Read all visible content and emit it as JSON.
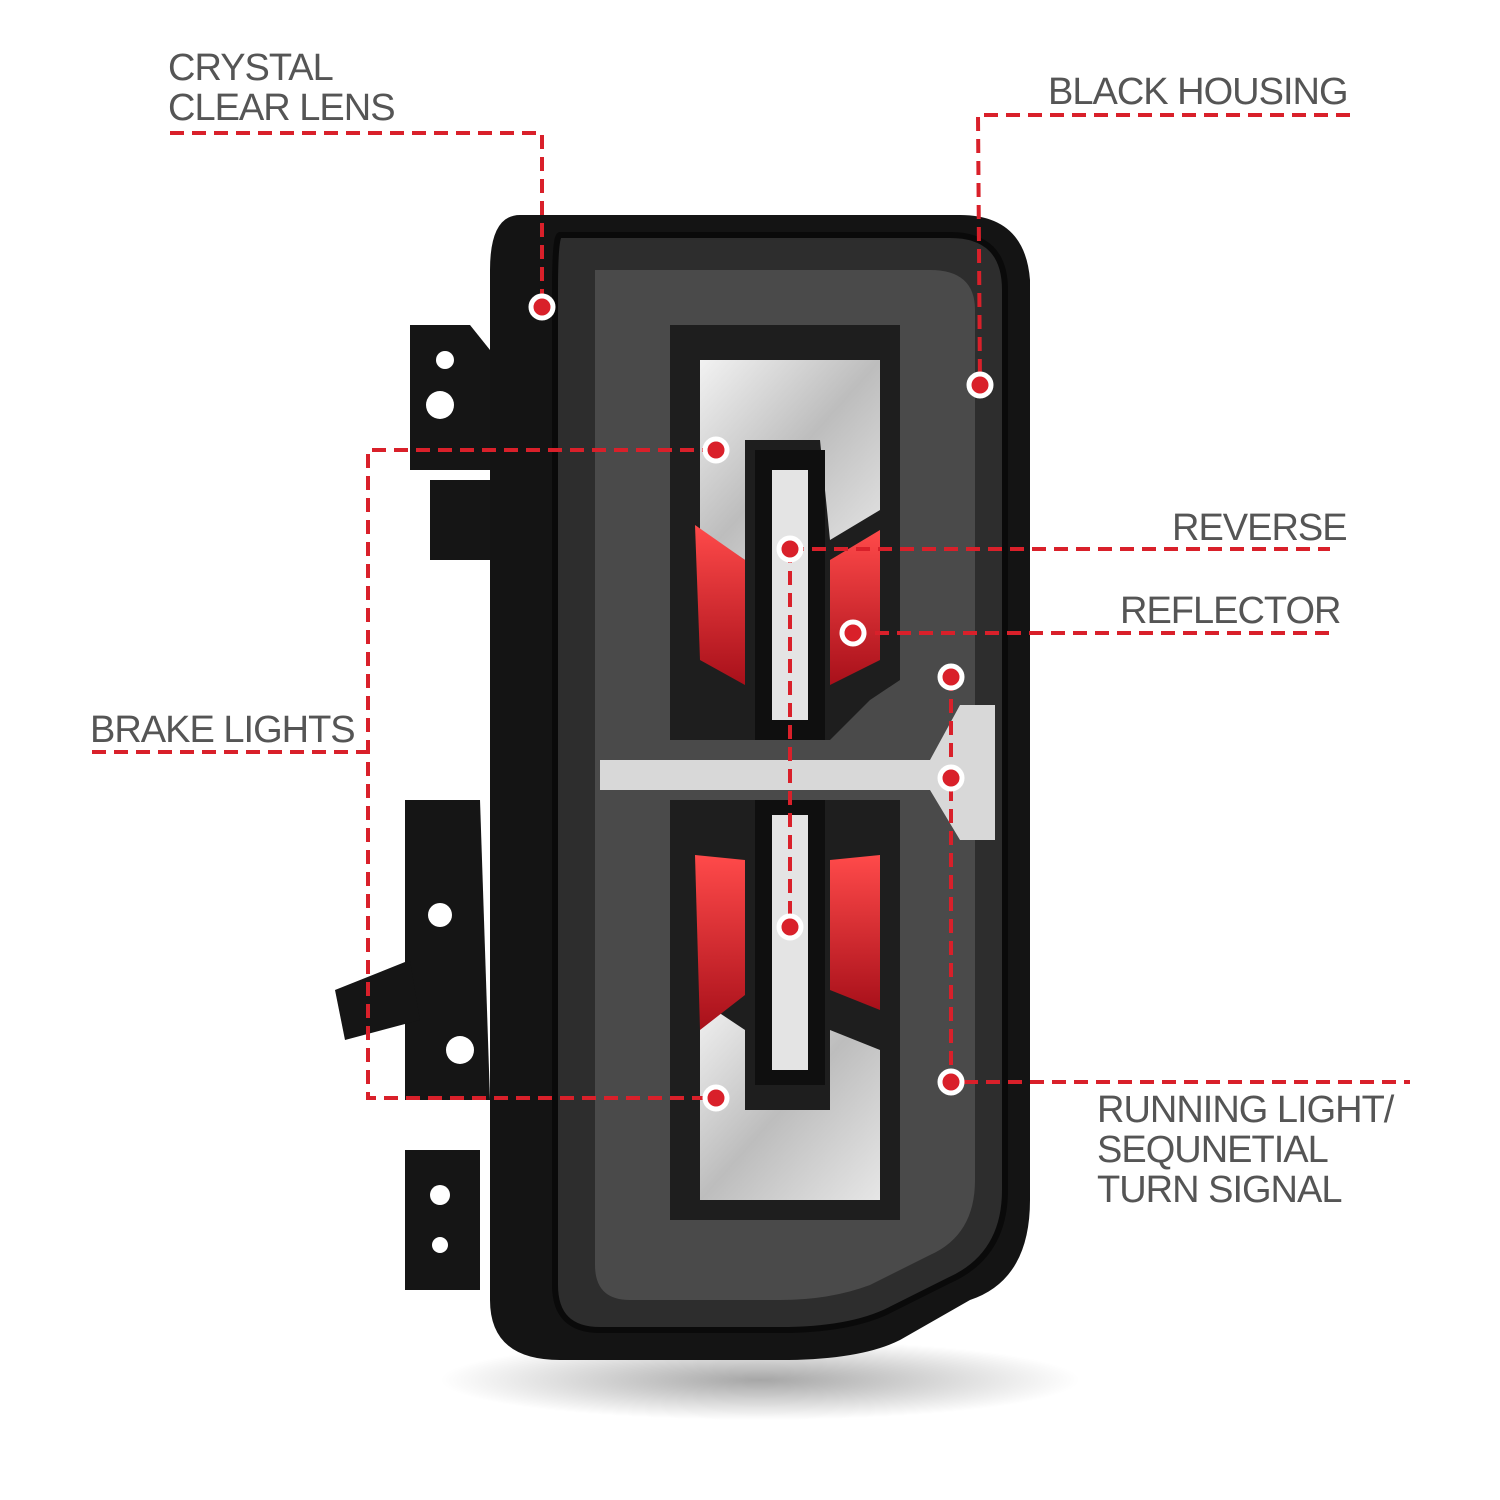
{
  "labels": {
    "crystal_clear_lens": [
      "CRYSTAL",
      "CLEAR LENS"
    ],
    "black_housing": "BLACK HOUSING",
    "reverse": "REVERSE",
    "reflector": "REFLECTOR",
    "brake_lights": "BRAKE LIGHTS",
    "running_light": [
      "RUNNING LIGHT/",
      "SEQUNETIAL",
      "TURN SIGNAL"
    ]
  },
  "colors": {
    "leader_line": "#d9202a",
    "label_text": "#555555",
    "housing": "#1a1a1a",
    "reflector": "#d4232b"
  }
}
